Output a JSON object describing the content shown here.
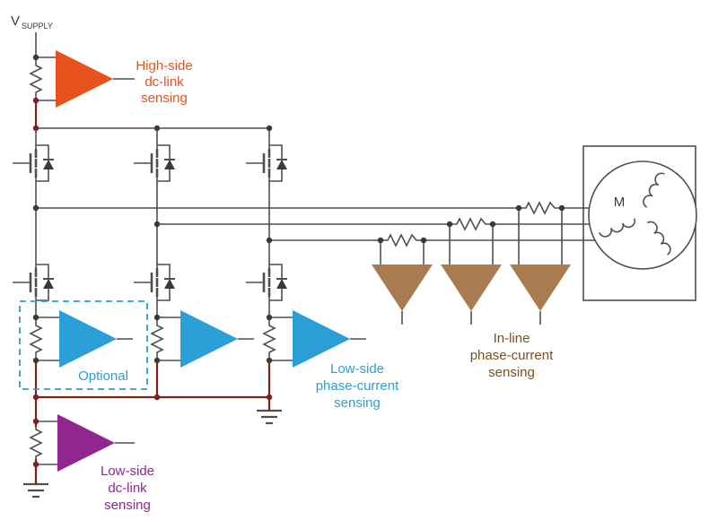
{
  "supply": {
    "prefix": "V",
    "subscript": "SUPPLY"
  },
  "motor": {
    "label": "M"
  },
  "annotations": {
    "high_side": [
      "High-side",
      "dc-link",
      "sensing"
    ],
    "optional": "Optional",
    "low_side_phase": [
      "Low-side",
      "phase-current",
      "sensing"
    ],
    "in_line": [
      "In-line",
      "phase-current",
      "sensing"
    ],
    "low_side_dc": [
      "Low-side",
      "dc-link",
      "sensing"
    ]
  },
  "colors": {
    "wire": "#4f4f4f",
    "power_wire": "#7d211c",
    "orange": "#e8521d",
    "blue": "#2d9fd8",
    "brown": "#a87c50",
    "brown_text": "#7a5023",
    "purple": "#92278f",
    "text_dark": "#3a3a3a"
  }
}
